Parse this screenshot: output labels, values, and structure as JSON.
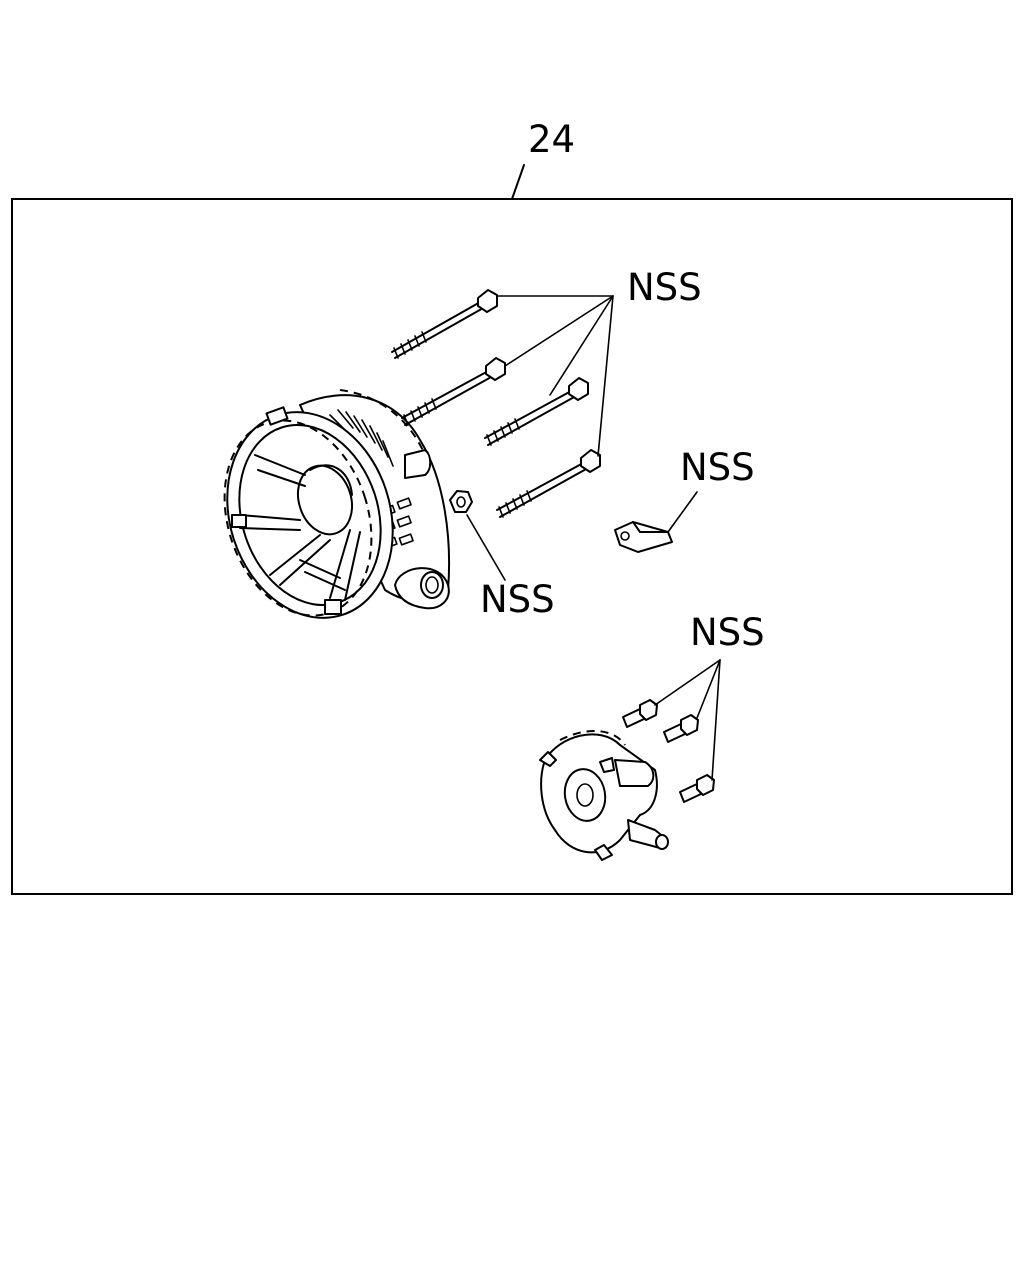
{
  "callouts": {
    "assembly": "24",
    "bolts": "NSS",
    "bracket": "NSS",
    "nut": "NSS",
    "screws": "NSS"
  }
}
